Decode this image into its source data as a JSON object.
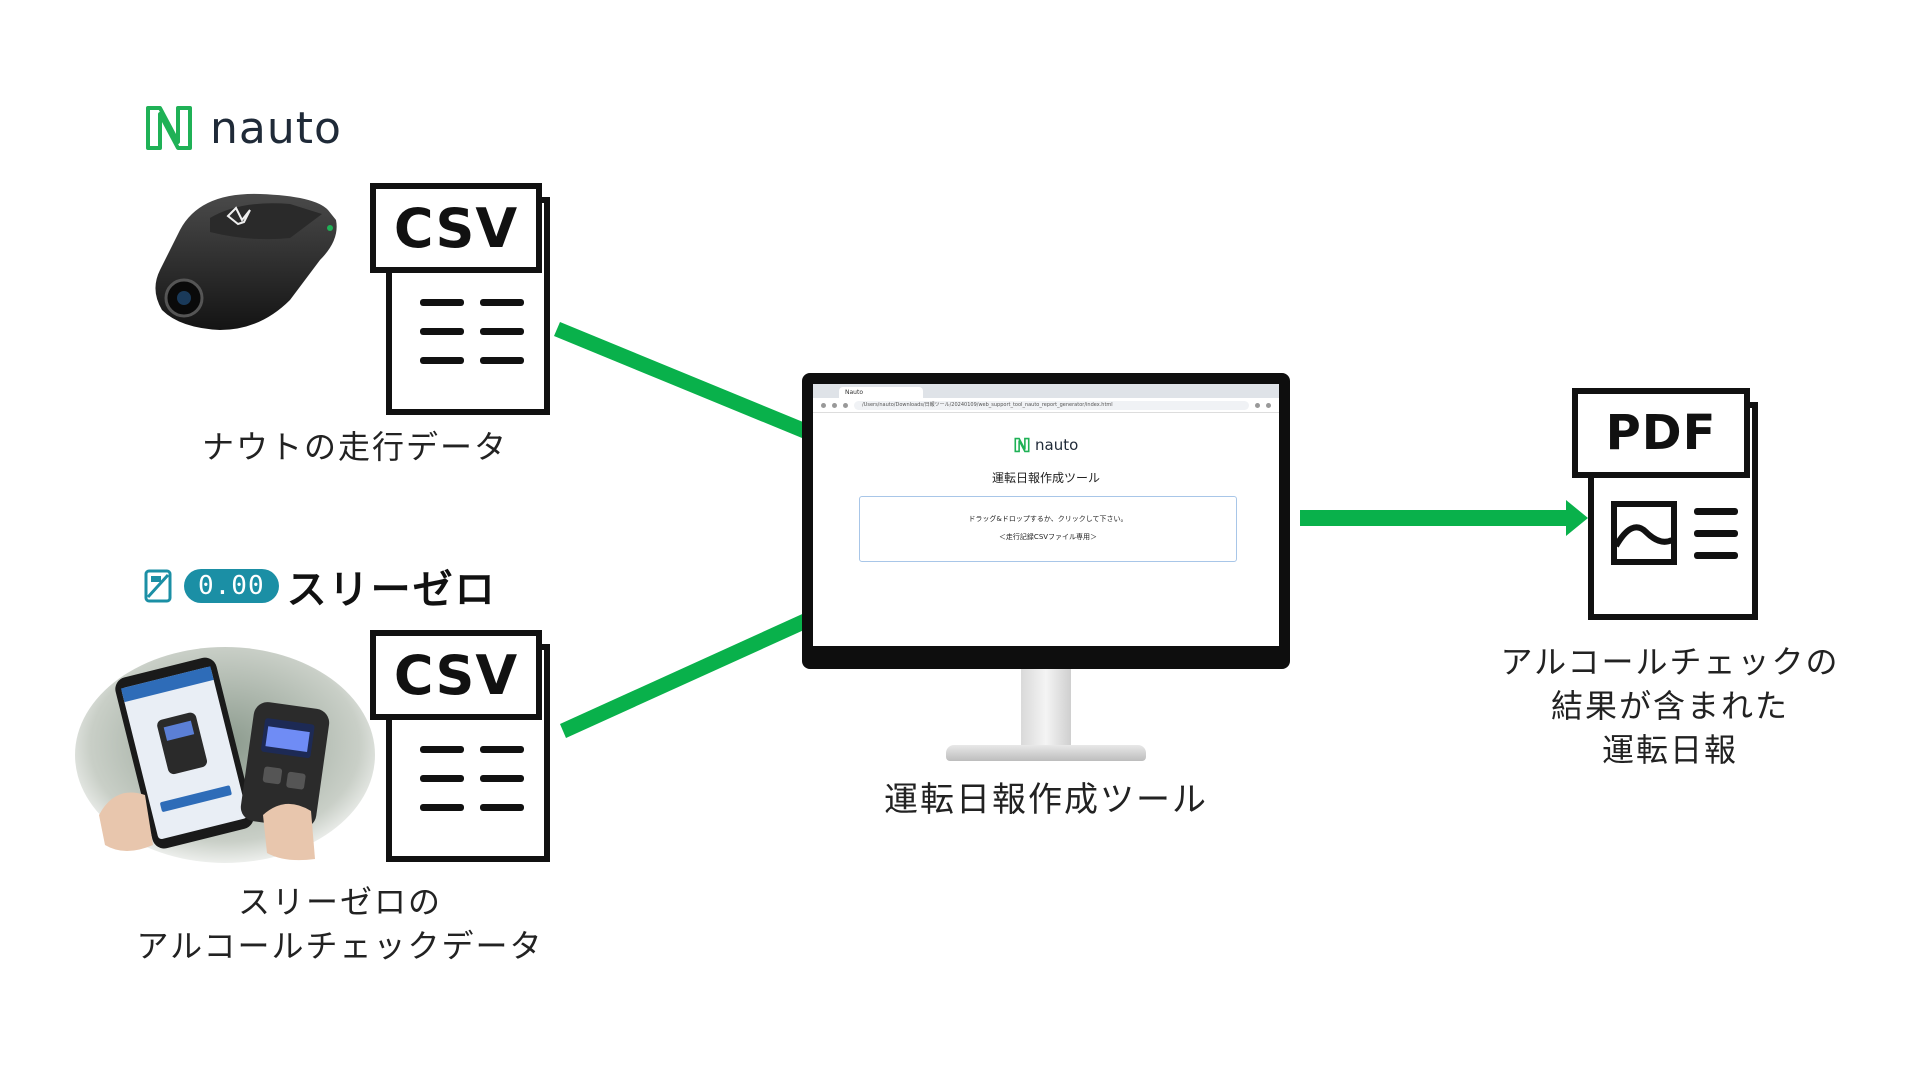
{
  "nauto": {
    "brand": "nauto",
    "csv_label": "CSV",
    "caption": "ナウトの走行データ"
  },
  "threezero": {
    "pill": "0.00",
    "name": "スリーゼロ",
    "csv_label": "CSV",
    "caption_line1": "スリーゼロの",
    "caption_line2": "アルコールチェックデータ"
  },
  "tool": {
    "tab_label": "Nauto",
    "url": "/Users/nauto/Downloads/日報ツール/20240109/web_support_tool_nauto_report_generator/index.html",
    "brand": "nauto",
    "title": "運転日報作成ツール",
    "drop_line1": "ドラッグ&ドロップするか、クリックして下さい。",
    "drop_line2": "＜走行記録CSVファイル専用＞",
    "caption": "運転日報作成ツール"
  },
  "output": {
    "pdf_label": "PDF",
    "caption_line1": "アルコールチェックの",
    "caption_line2": "結果が含まれた",
    "caption_line3": "運転日報"
  },
  "colors": {
    "arrow": "#09b14b",
    "nauto_green": "#1fb156",
    "threezero_teal": "#1b8fa5"
  }
}
